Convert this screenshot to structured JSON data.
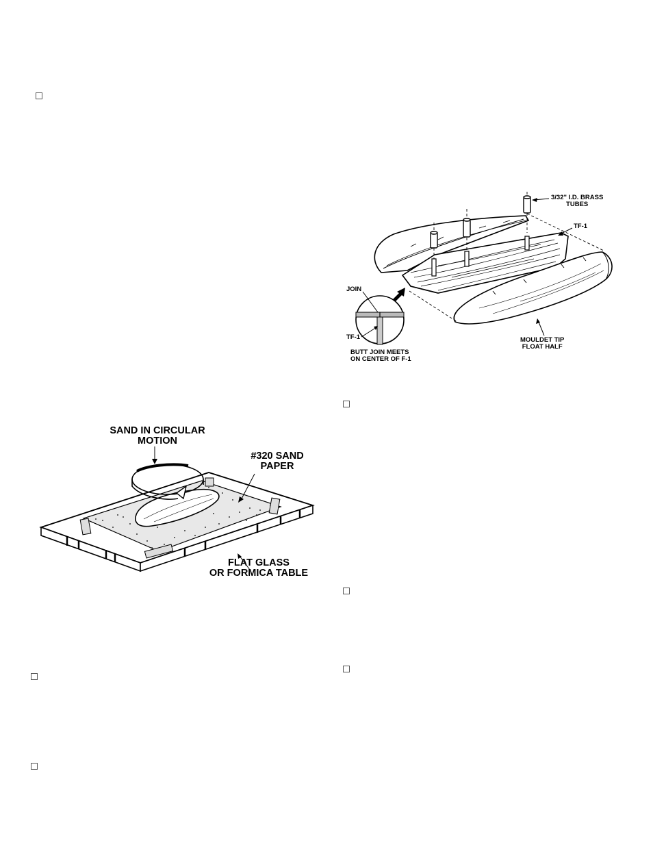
{
  "figures": {
    "float_assembly": {
      "label_brass_tubes": "3/32\" I.D. BRASS\nTUBES",
      "label_tf1_top": "TF-1",
      "label_join": "JOIN",
      "label_tf1_detail": "TF-1",
      "label_butt_join": "BUTT JOIN MEETS\nON CENTER OF F-1",
      "label_moulded": "MOULDET TIP\nFLOAT HALF"
    },
    "sanding": {
      "label_sand_motion": "SAND IN CIRCULAR\nMOTION",
      "label_sandpaper": "#320 SAND\nPAPER",
      "label_flat_glass": "FLAT GLASS\nOR FORMICA TABLE"
    }
  },
  "checkboxes": [
    {
      "checked": false
    },
    {
      "checked": false
    },
    {
      "checked": false
    },
    {
      "checked": false
    },
    {
      "checked": false
    },
    {
      "checked": false
    },
    {
      "checked": false
    }
  ]
}
